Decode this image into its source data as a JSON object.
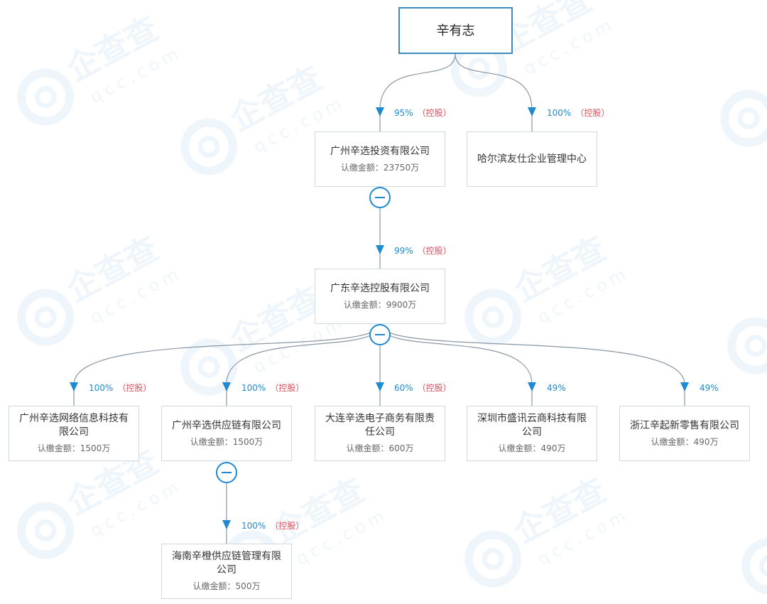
{
  "colors": {
    "edge": "#8a97a4",
    "arrow": "#1f8ad0",
    "percent": "#1f8ad0",
    "control_tag": "#e0505a",
    "node_border": "#cfd8e0",
    "root_border": "#3a8bbf",
    "watermark": "#5aa7d8"
  },
  "watermark": {
    "text_logo": "企查查",
    "text_domain": "qcc.com"
  },
  "root": {
    "name": "辛有志"
  },
  "nodes": {
    "gz_invest": {
      "name": "广州辛选投资有限公司",
      "capital": "认缴金额：23750万"
    },
    "heb_center": {
      "name": "哈尔滨友仕企业管理中心"
    },
    "gd_holding": {
      "name": "广东辛选控股有限公司",
      "capital": "认缴金额：9900万"
    },
    "gz_network": {
      "name": "广州辛选网络信息科技有限公司",
      "capital": "认缴金额：1500万"
    },
    "gz_supply": {
      "name": "广州辛选供应链有限公司",
      "capital": "认缴金额：1500万"
    },
    "dl_ecom": {
      "name": "大连辛选电子商务有限责任公司",
      "capital": "认缴金额：600万"
    },
    "sz_shengxun": {
      "name": "深圳市盛讯云商科技有限公司",
      "capital": "认缴金额：490万"
    },
    "zj_retail": {
      "name": "浙江辛起新零售有限公司",
      "capital": "认缴金额：490万"
    },
    "hn_supply": {
      "name": "海南辛橙供应链管理有限公司",
      "capital": "认缴金额：500万"
    }
  },
  "edges": {
    "e1": {
      "percent": "95%",
      "tag": "（控股）"
    },
    "e2": {
      "percent": "100%",
      "tag": "（控股）"
    },
    "e3": {
      "percent": "99%",
      "tag": "（控股）"
    },
    "e4": {
      "percent": "100%",
      "tag": "（控股）"
    },
    "e5": {
      "percent": "100%",
      "tag": "（控股）"
    },
    "e6": {
      "percent": "60%",
      "tag": "（控股）"
    },
    "e7": {
      "percent": "49%"
    },
    "e8": {
      "percent": "49%"
    },
    "e9": {
      "percent": "100%",
      "tag": "（控股）"
    }
  }
}
